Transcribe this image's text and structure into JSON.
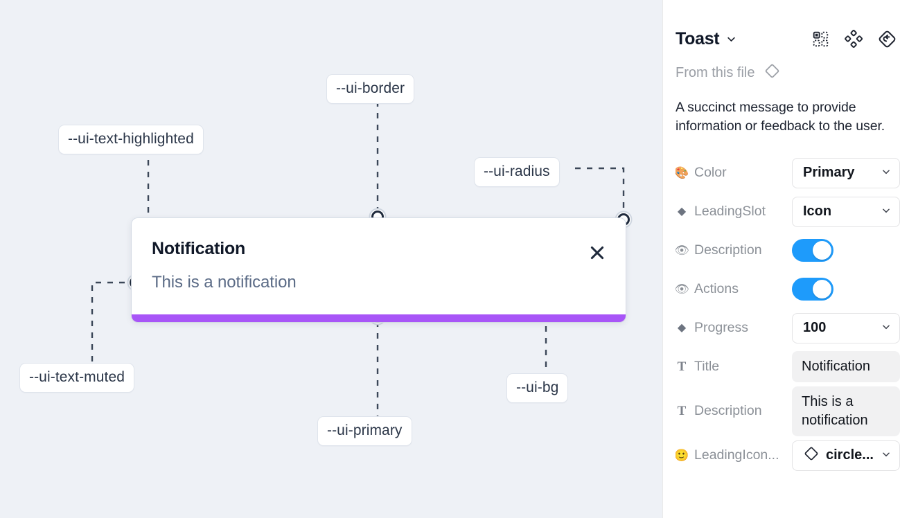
{
  "canvas": {
    "background_color": "#eef1f6",
    "tokens": [
      {
        "id": "ui-text-highlighted",
        "label": "--ui-text-highlighted"
      },
      {
        "id": "ui-border",
        "label": "--ui-border"
      },
      {
        "id": "ui-radius",
        "label": "--ui-radius"
      },
      {
        "id": "ui-text-muted",
        "label": "--ui-text-muted"
      },
      {
        "id": "ui-primary",
        "label": "--ui-primary"
      },
      {
        "id": "ui-bg",
        "label": "--ui-bg"
      }
    ]
  },
  "toast": {
    "title": "Notification",
    "description": "This is a notification",
    "close_icon": "close-x-icon",
    "progress_color": "#a855f7",
    "background_color": "#ffffff",
    "title_color": "#101828",
    "description_color": "#5b6b86"
  },
  "panel": {
    "title": "Toast",
    "title_chevron": "chevron-down-icon",
    "header_icons": [
      {
        "name": "component-grid-icon"
      },
      {
        "name": "variants-diamonds-icon"
      },
      {
        "name": "reset-instance-icon"
      }
    ],
    "from_this_file": {
      "label": "From this file",
      "icon": "diamond-component-icon"
    },
    "description": "A succinct message to provide information or feedback to the user.",
    "properties": [
      {
        "icon": "palette-emoji",
        "icon_glyph": "🎨",
        "label": "Color",
        "control": "select",
        "value": "Primary"
      },
      {
        "icon": "diamond-icon",
        "icon_glyph": "◆",
        "label": "LeadingSlot",
        "control": "select",
        "value": "Icon"
      },
      {
        "icon": "eye-emoji",
        "icon_glyph": "👁",
        "label": "Description",
        "control": "toggle",
        "value": "on"
      },
      {
        "icon": "eye-emoji",
        "icon_glyph": "👁",
        "label": "Actions",
        "control": "toggle",
        "value": "on"
      },
      {
        "icon": "diamond-icon",
        "icon_glyph": "◆",
        "label": "Progress",
        "control": "select",
        "value": "100"
      },
      {
        "icon": "text-t-icon",
        "icon_glyph": "T",
        "label": "Title",
        "control": "text",
        "value": "Notification"
      },
      {
        "icon": "text-t-icon",
        "icon_glyph": "T",
        "label": "Description",
        "control": "text",
        "value": "This is a notification"
      },
      {
        "icon": "smiley-emoji",
        "icon_glyph": "🙂",
        "label": "LeadingIcon...",
        "control": "icon-select",
        "value": "circle..."
      }
    ],
    "toggle_color": "#1e9bfb"
  }
}
